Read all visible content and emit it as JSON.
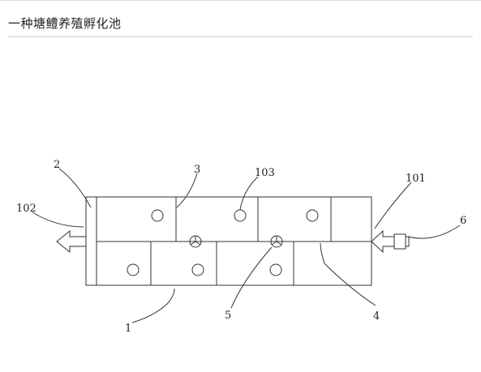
{
  "header": {
    "title": "一种塘鳢养殖孵化池"
  },
  "figure": {
    "labels": {
      "l1": "1",
      "l2": "2",
      "l3": "3",
      "l4": "4",
      "l5": "5",
      "l6": "6",
      "l101": "101",
      "l102": "102",
      "l103": "103"
    },
    "line_color": "#333333"
  }
}
